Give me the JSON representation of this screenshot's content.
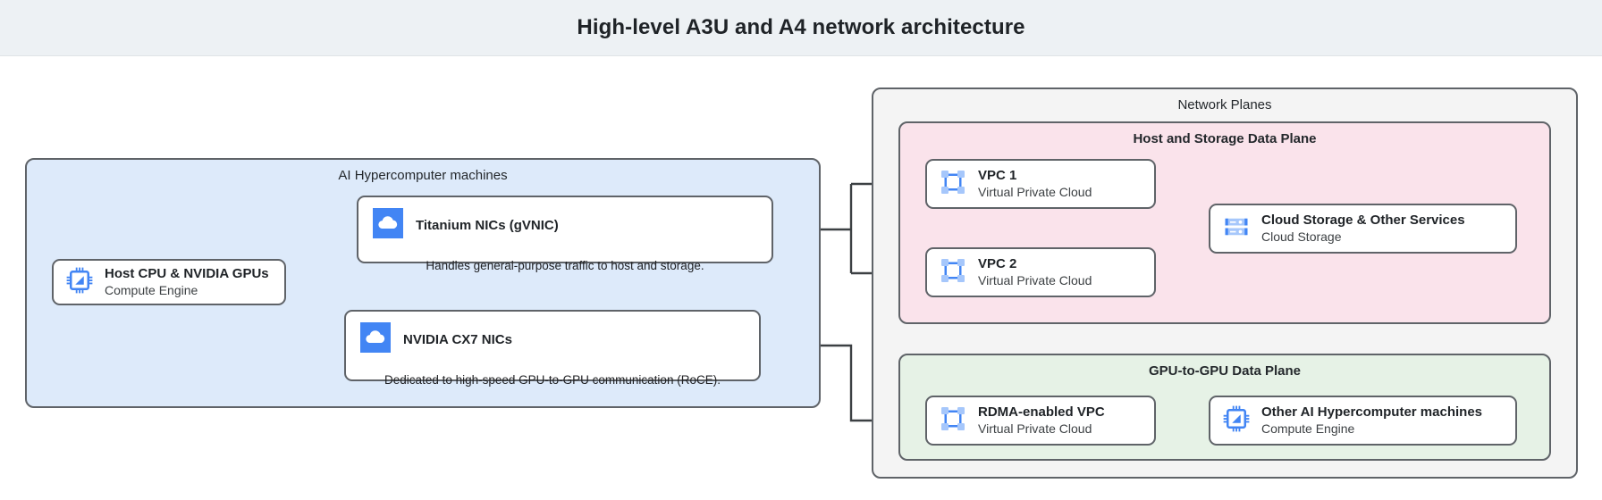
{
  "header": {
    "title": "High-level A3U and A4 network architecture"
  },
  "groups": {
    "ai_hypercomputer": {
      "label": "AI Hypercomputer machines",
      "fill": "#ddeafa",
      "stroke": "#5f6368"
    },
    "network_planes": {
      "label": "Network Planes",
      "fill": "#f4f4f4",
      "stroke": "#5f6368"
    },
    "host_storage_plane": {
      "label": "Host and Storage Data Plane",
      "fill": "#fae3eb",
      "stroke": "#5f6368"
    },
    "gpu_plane": {
      "label": "GPU-to-GPU Data Plane",
      "fill": "#e6f2e6",
      "stroke": "#5f6368"
    }
  },
  "nodes": {
    "host_cpu": {
      "title": "Host CPU & NVIDIA GPUs",
      "subtitle": "Compute Engine",
      "icon": "cpu-chip-icon"
    },
    "titanium": {
      "title": "Titanium NICs (gVNIC)",
      "description": "Handles general-purpose traffic to host and storage.",
      "icon": "cloud-icon"
    },
    "cx7": {
      "title": "NVIDIA CX7 NICs",
      "description": "Dedicated to high-speed GPU-to-GPU communication (RoCE).",
      "icon": "cloud-icon"
    },
    "vpc1": {
      "title": "VPC 1",
      "subtitle": "Virtual Private Cloud",
      "icon": "vpc-icon"
    },
    "vpc2": {
      "title": "VPC 2",
      "subtitle": "Virtual Private Cloud",
      "icon": "vpc-icon"
    },
    "storage": {
      "title": "Cloud Storage & Other Services",
      "subtitle": "Cloud Storage",
      "icon": "storage-icon"
    },
    "rdma": {
      "title": "RDMA-enabled VPC",
      "subtitle": "Virtual Private Cloud",
      "icon": "vpc-icon"
    },
    "other_ai": {
      "title": "Other AI Hypercomputer machines",
      "subtitle": "Compute Engine",
      "icon": "cpu-chip-icon"
    }
  },
  "colors": {
    "title_bar_bg": "#edf1f4",
    "icon_blue": "#4285f4",
    "icon_blue_light": "#a6c7fb",
    "connector": "#3c4043",
    "card_border": "#5f6368",
    "text_primary": "#1f2327",
    "text_secondary": "#3c4043"
  },
  "connectors": [
    {
      "from": "host_cpu",
      "to": "titanium"
    },
    {
      "from": "host_cpu",
      "to": "cx7"
    },
    {
      "from": "titanium",
      "to": "vpc1"
    },
    {
      "from": "titanium",
      "to": "vpc2"
    },
    {
      "from": "vpc1",
      "to": "storage"
    },
    {
      "from": "vpc2",
      "to": "storage"
    },
    {
      "from": "cx7",
      "to": "rdma"
    },
    {
      "from": "rdma",
      "to": "other_ai"
    }
  ]
}
